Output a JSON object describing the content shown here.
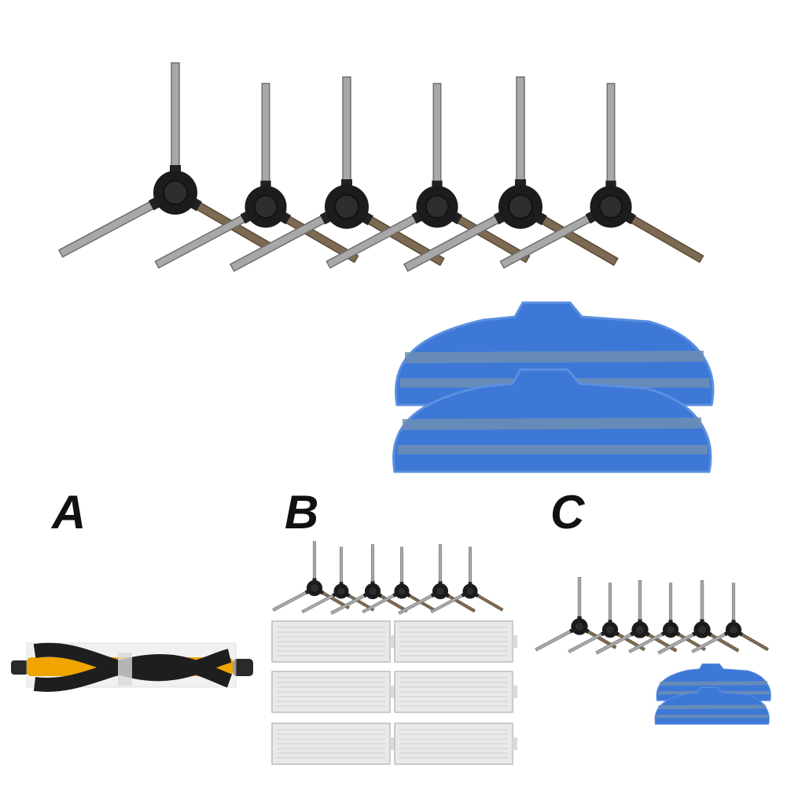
{
  "image": {
    "background": "#ffffff"
  },
  "labels": {
    "a": "A",
    "b": "B",
    "c": "C"
  },
  "colors": {
    "brush_hub": "#1c1c1c",
    "bristle_grey": "#9a9a9a",
    "bristle_brown": "#7a6650",
    "mop_blue": "#3d78d6",
    "mop_stripe": "#6e8fb4",
    "roller_core": "#f0a400",
    "roller_bristle": "#1e1e1e",
    "filter_frame": "#e9e9e9",
    "filter_pleat": "#cfcfcf"
  },
  "counts": {
    "top_side_brushes": 6,
    "top_mop_pads": 2,
    "b_side_brushes": 6,
    "b_filters": 6,
    "c_side_brushes": 6,
    "c_mop_pads": 2
  }
}
